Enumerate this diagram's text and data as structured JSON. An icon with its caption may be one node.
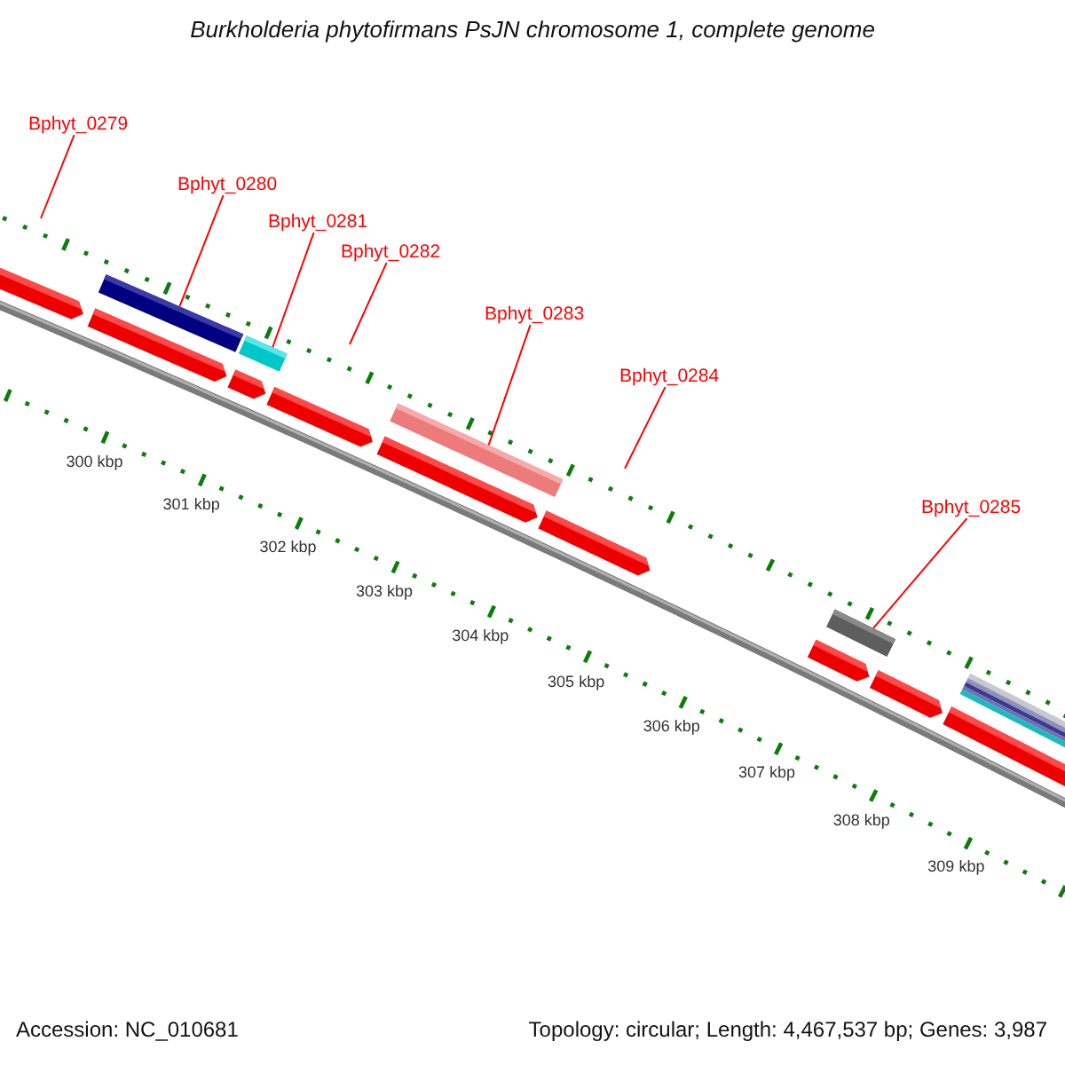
{
  "diagram": {
    "title": "Burkholderia phytofirmans PsJN chromosome 1, complete genome",
    "nodes": [
      {
        "text": [
          "Bphyt_0279"
        ]
      },
      {
        "text": [
          "Bphyt_0280"
        ]
      },
      {
        "text": [
          "Bphyt_0281"
        ]
      },
      {
        "text": [
          "Bphyt_0282"
        ]
      },
      {
        "text": [
          "Bphyt_0283"
        ]
      },
      {
        "text": [
          "Bphyt_0284"
        ]
      },
      {
        "text": [
          "Bphyt_0285"
        ]
      },
      {
        "text": [],
        "shape": "bar"
      },
      {
        "text": [],
        "shape": "bar"
      },
      {
        "text": [],
        "shape": "bar"
      },
      {
        "text": [],
        "shape": "bar"
      }
    ],
    "edges": [
      {
        "from": 0,
        "to": null,
        "arrow": "none"
      },
      {
        "from": 1,
        "to": 7,
        "arrow": "none"
      },
      {
        "from": 2,
        "to": 8,
        "arrow": "none"
      },
      {
        "from": 3,
        "to": null,
        "arrow": "none"
      },
      {
        "from": 4,
        "to": 9,
        "arrow": "none"
      },
      {
        "from": 5,
        "to": null,
        "arrow": "none"
      },
      {
        "from": 6,
        "to": 10,
        "arrow": "none"
      }
    ],
    "labels": [
      "300 kbp",
      "301 kbp",
      "302 kbp",
      "303 kbp",
      "304 kbp",
      "305 kbp",
      "306 kbp",
      "307 kbp",
      "308 kbp",
      "309 kbp",
      "Accession: NC_010681",
      "Topology: circular; Length: 4,467,537 bp; Genes: 3,987"
    ]
  }
}
